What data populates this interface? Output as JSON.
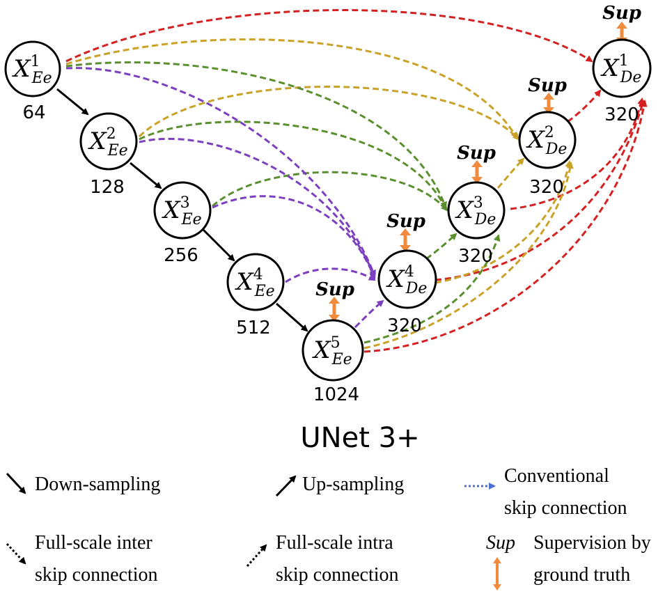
{
  "title": "UNet 3+",
  "node_var": "X",
  "supervision_label": "Sup",
  "encoder_nodes": [
    {
      "level": "1",
      "sub": "Ee",
      "channels": "64"
    },
    {
      "level": "2",
      "sub": "Ee",
      "channels": "128"
    },
    {
      "level": "3",
      "sub": "Ee",
      "channels": "256"
    },
    {
      "level": "4",
      "sub": "Ee",
      "channels": "512"
    },
    {
      "level": "5",
      "sub": "Ee",
      "channels": "1024"
    }
  ],
  "decoder_nodes": [
    {
      "level": "4",
      "sub": "De",
      "channels": "320"
    },
    {
      "level": "3",
      "sub": "De",
      "channels": "320"
    },
    {
      "level": "2",
      "sub": "De",
      "channels": "320"
    },
    {
      "level": "1",
      "sub": "De",
      "channels": "320"
    }
  ],
  "legend": {
    "down_sampling": "Down-sampling",
    "up_sampling": "Up-sampling",
    "conventional_line1": "Conventional",
    "conventional_line2": "skip connection",
    "inter_line1": "Full-scale inter",
    "inter_line2": "skip connection",
    "intra_line1": "Full-scale intra",
    "intra_line2": "skip connection",
    "sup_symbol": "Sup",
    "supervision_line1": "Supervision by",
    "supervision_line2": "ground truth"
  },
  "colors": {
    "to_de4": "#7b3fc0",
    "to_de3": "#5a8f2e",
    "to_de2": "#c9a227",
    "to_de1": "#d42020",
    "supervision_arrow": "#f08a3c",
    "conventional": "#4a6fd0",
    "solid": "#000000"
  }
}
